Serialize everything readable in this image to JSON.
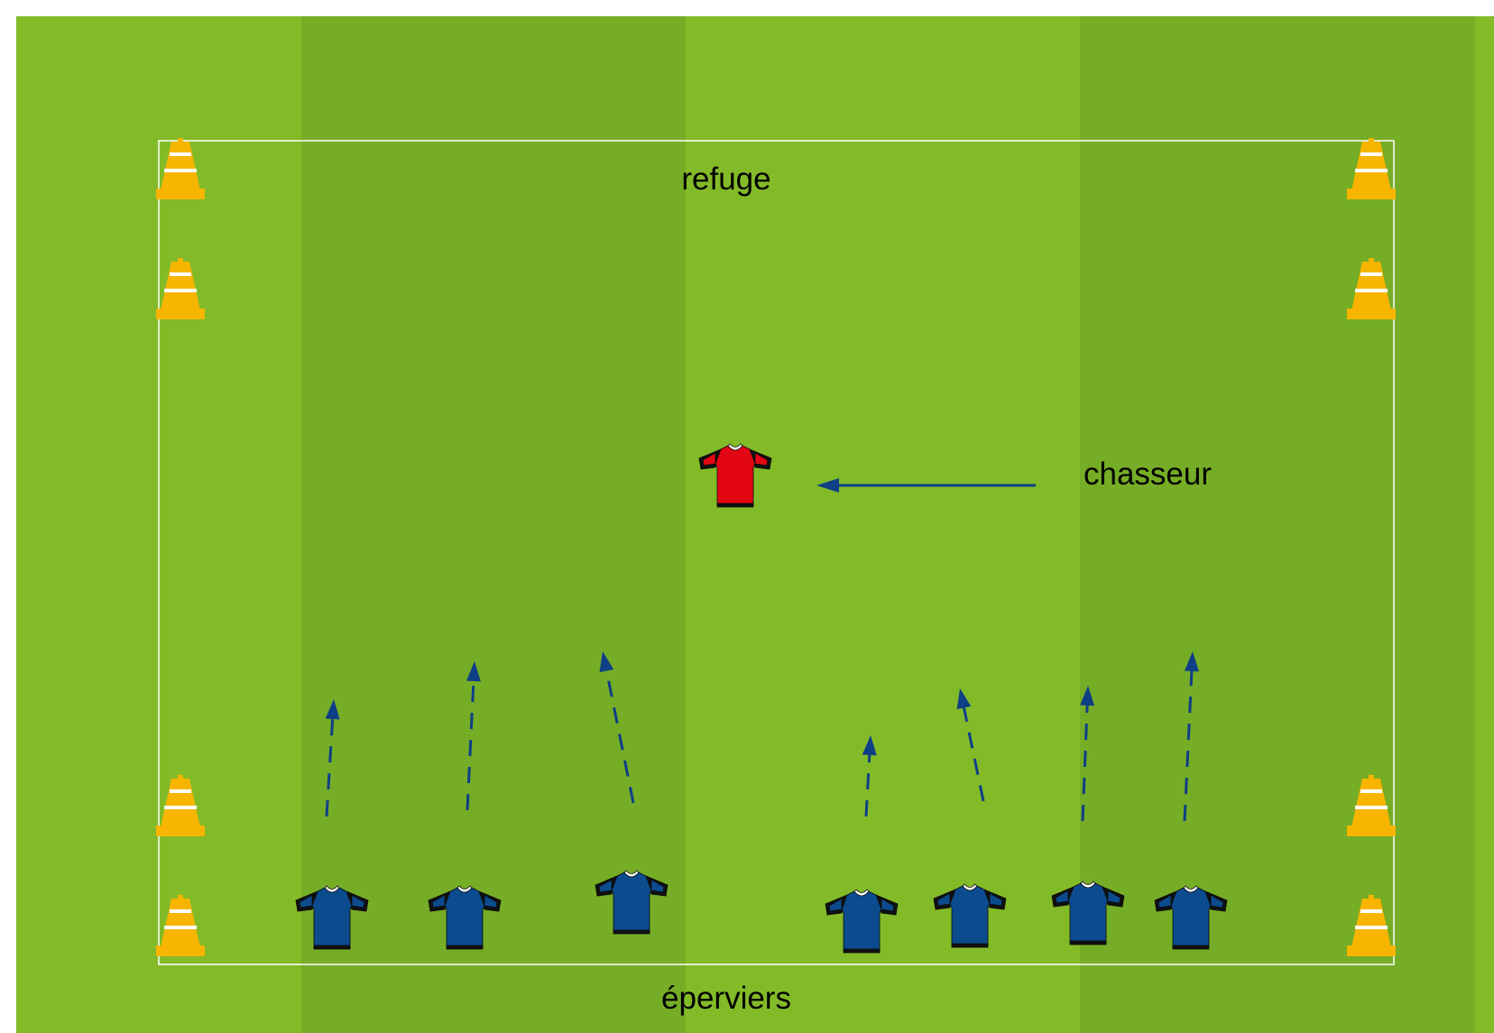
{
  "labels": {
    "refuge": "refuge",
    "chasseur": "chasseur",
    "eperviers": "éperviers"
  },
  "colors": {
    "grass_light": "#83bb28",
    "grass_dark": "#76ad26",
    "boundary": "#ffffff",
    "cone": "#f7b500",
    "cone_stripe": "#ffffff",
    "arrow": "#0f3f86",
    "jersey_blue": "#0c4b8e",
    "jersey_red": "#e30613",
    "jersey_sleeve": "#111111"
  },
  "players": {
    "chasseur_count": 1,
    "eperviers_count": 7
  },
  "icons": {
    "cone": "traffic-cone-icon",
    "jersey": "jersey-icon"
  }
}
